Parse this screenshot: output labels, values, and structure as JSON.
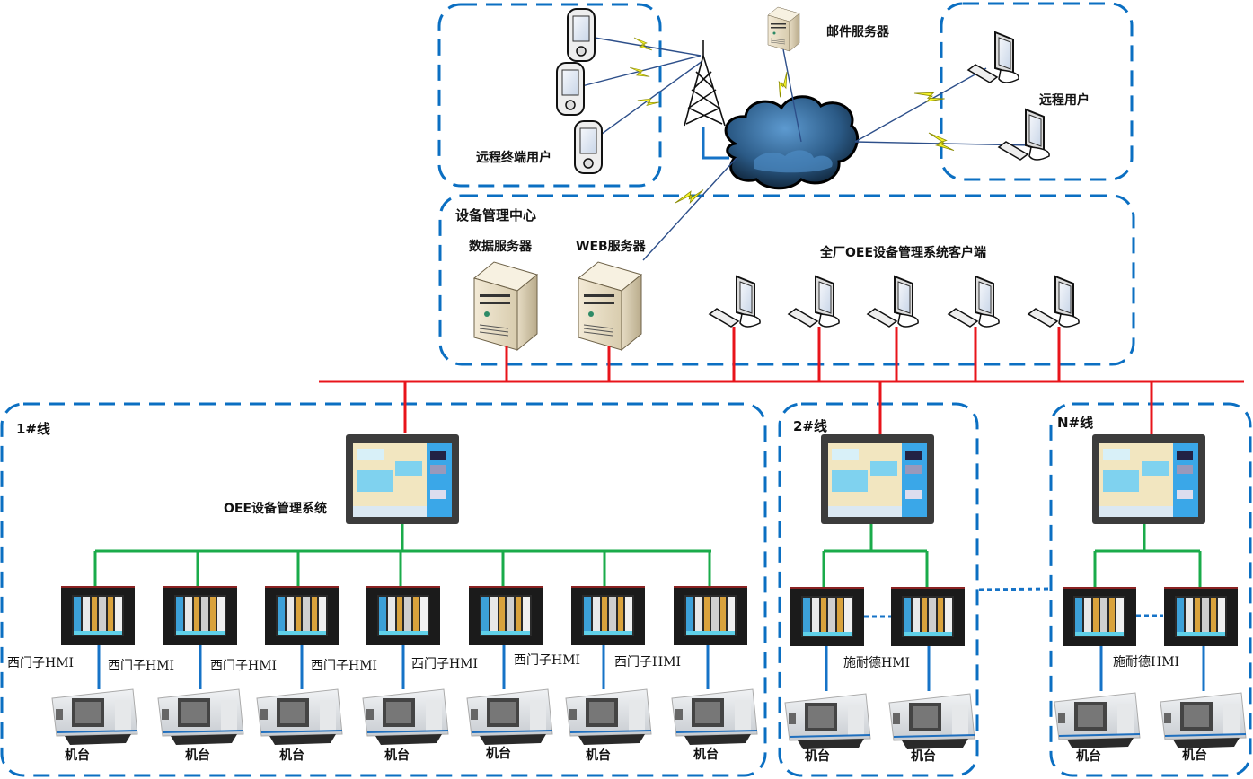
{
  "title": "OEE设备管理系统 网络拓扑图",
  "colors": {
    "region_border": "#0b6fc2",
    "ethernet_line": "#e8141b",
    "fieldbus_line": "#1aab4a",
    "hmi_link": "#1673c7",
    "wireless_bolt": "#f2f51c",
    "cloud": "#2d5e8c"
  },
  "regions": {
    "remote_terminal": {
      "label": "远程终端用户"
    },
    "remote_users": {
      "label": "远程用户"
    },
    "mgmt_center": {
      "label": "设备管理中心"
    },
    "line1": {
      "label": "1#线"
    },
    "line2": {
      "label": "2#线"
    },
    "lineN": {
      "label": "N#线"
    }
  },
  "top": {
    "mail_server": "邮件服务器",
    "remote_terminal_users": "远程终端用户",
    "remote_users": "远程用户",
    "tower_icon": "cell-tower-icon",
    "cloud_icon": "internet-cloud-icon"
  },
  "center": {
    "title": "设备管理中心",
    "data_server": "数据服务器",
    "web_server": "WEB服务器",
    "clients_label": "全厂OEE设备管理系统客户端",
    "client_count": 5
  },
  "line1": {
    "title": "1#线",
    "oee_label": "OEE设备管理系统",
    "hmi_labels": [
      "西门子HMI",
      "西门子HMI",
      "西门子HMI",
      "西门子HMI",
      "西门子HMI",
      "西门子HMI",
      "西门子HMI"
    ],
    "machine_labels": [
      "机台",
      "机台",
      "机台",
      "机台",
      "机台",
      "机台",
      "机台"
    ]
  },
  "line2": {
    "title": "2#线",
    "hmi_label": "施耐德HMI",
    "machine_labels": [
      "机台",
      "机台"
    ]
  },
  "lineN": {
    "title": "N#线",
    "hmi_label": "施耐德HMI",
    "machine_labels": [
      "机台",
      "机台"
    ]
  }
}
